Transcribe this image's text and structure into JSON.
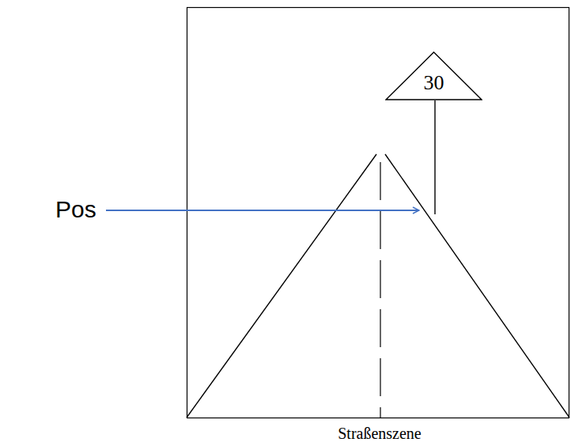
{
  "diagram": {
    "caption": "Straßenszene",
    "nodes": [
      {
        "text": [
          "30"
        ]
      }
    ],
    "labels": [
      "Pos"
    ]
  }
}
